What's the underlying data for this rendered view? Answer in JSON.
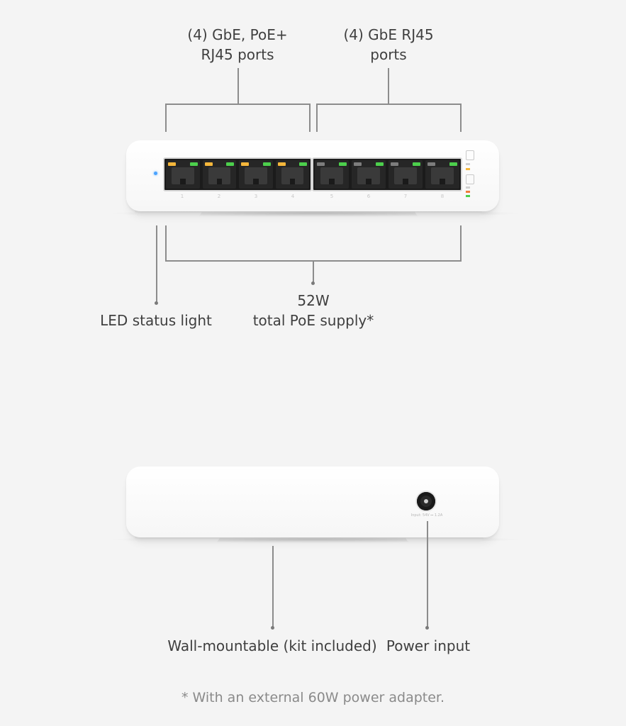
{
  "front_view": {
    "callout_poe_ports": {
      "line1": "(4) GbE, PoE+",
      "line2": "RJ45 ports"
    },
    "callout_gbe_ports": {
      "line1": "(4) GbE RJ45",
      "line2": "ports"
    },
    "callout_led": {
      "text": "LED status light"
    },
    "callout_poe_supply": {
      "line1": "52W",
      "line2": "total PoE supply*"
    },
    "port_numbers": [
      "1",
      "2",
      "3",
      "4",
      "5",
      "6",
      "7",
      "8"
    ],
    "led_colors": {
      "status_led": "#4aa3ff",
      "poe_amber": "#f5b73b",
      "link_green": "#4ccf4c",
      "idle_gray": "#7d7d7d"
    }
  },
  "back_view": {
    "callout_wall_mount": {
      "text": "Wall-mountable (kit included)"
    },
    "callout_power": {
      "text": "Power input"
    },
    "power_jack_text": "Input: 54V ⎓ 1.2A"
  },
  "footnote": {
    "text": "* With an external 60W power adapter."
  },
  "icons": [
    "port-icon",
    "power-jack-icon",
    "led-icon"
  ]
}
